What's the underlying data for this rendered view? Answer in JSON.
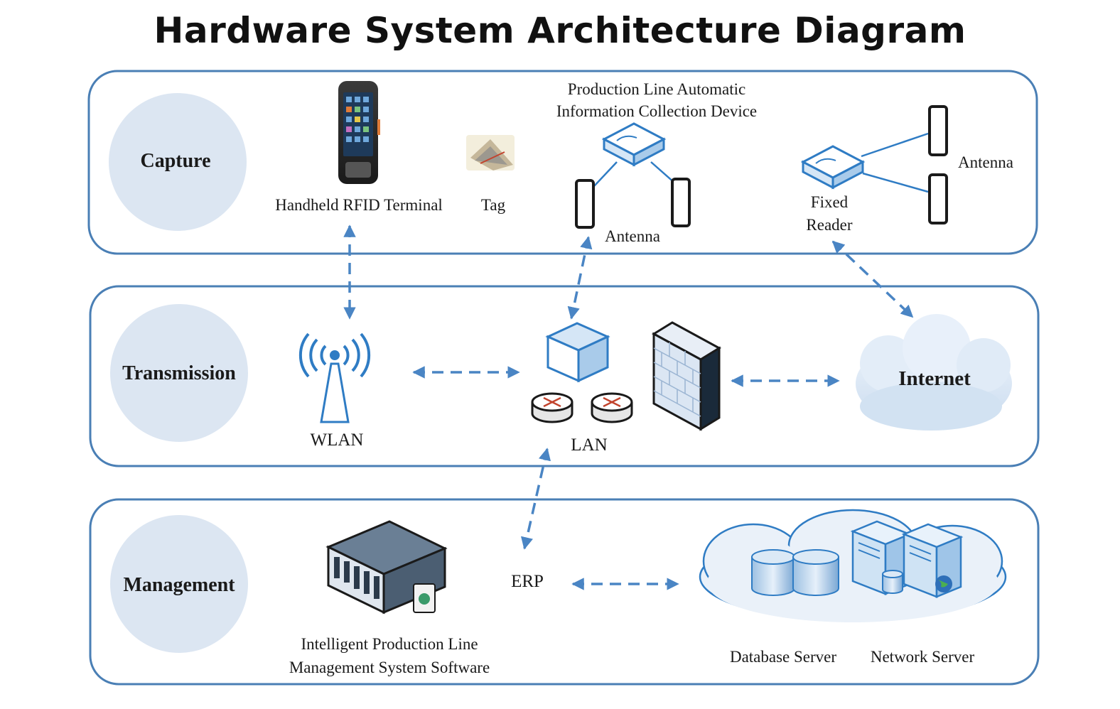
{
  "title": "Hardware System Architecture Diagram",
  "colors": {
    "panel_border": "#4a7fb5",
    "layer_circle": "#dce6f2",
    "arrow": "#4a85c4",
    "device_blue": "#2f7cc4"
  },
  "layers": {
    "capture": "Capture",
    "transmission": "Transmission",
    "management": "Management"
  },
  "capture": {
    "handheld_label": "Handheld RFID Terminal",
    "tag_label": "Tag",
    "production_device_line1": "Production Line Automatic",
    "production_device_line2": "Information Collection Device",
    "antenna_label_left": "Antenna",
    "fixed_reader_line1": "Fixed",
    "fixed_reader_line2": "Reader",
    "antenna_label_right": "Antenna"
  },
  "transmission": {
    "wlan_label": "WLAN",
    "lan_label": "LAN",
    "internet_label": "Internet"
  },
  "management": {
    "software_line1": "Intelligent Production Line",
    "software_line2": "Management System Software",
    "erp_label": "ERP",
    "database_label": "Database Server",
    "network_label": "Network Server"
  }
}
